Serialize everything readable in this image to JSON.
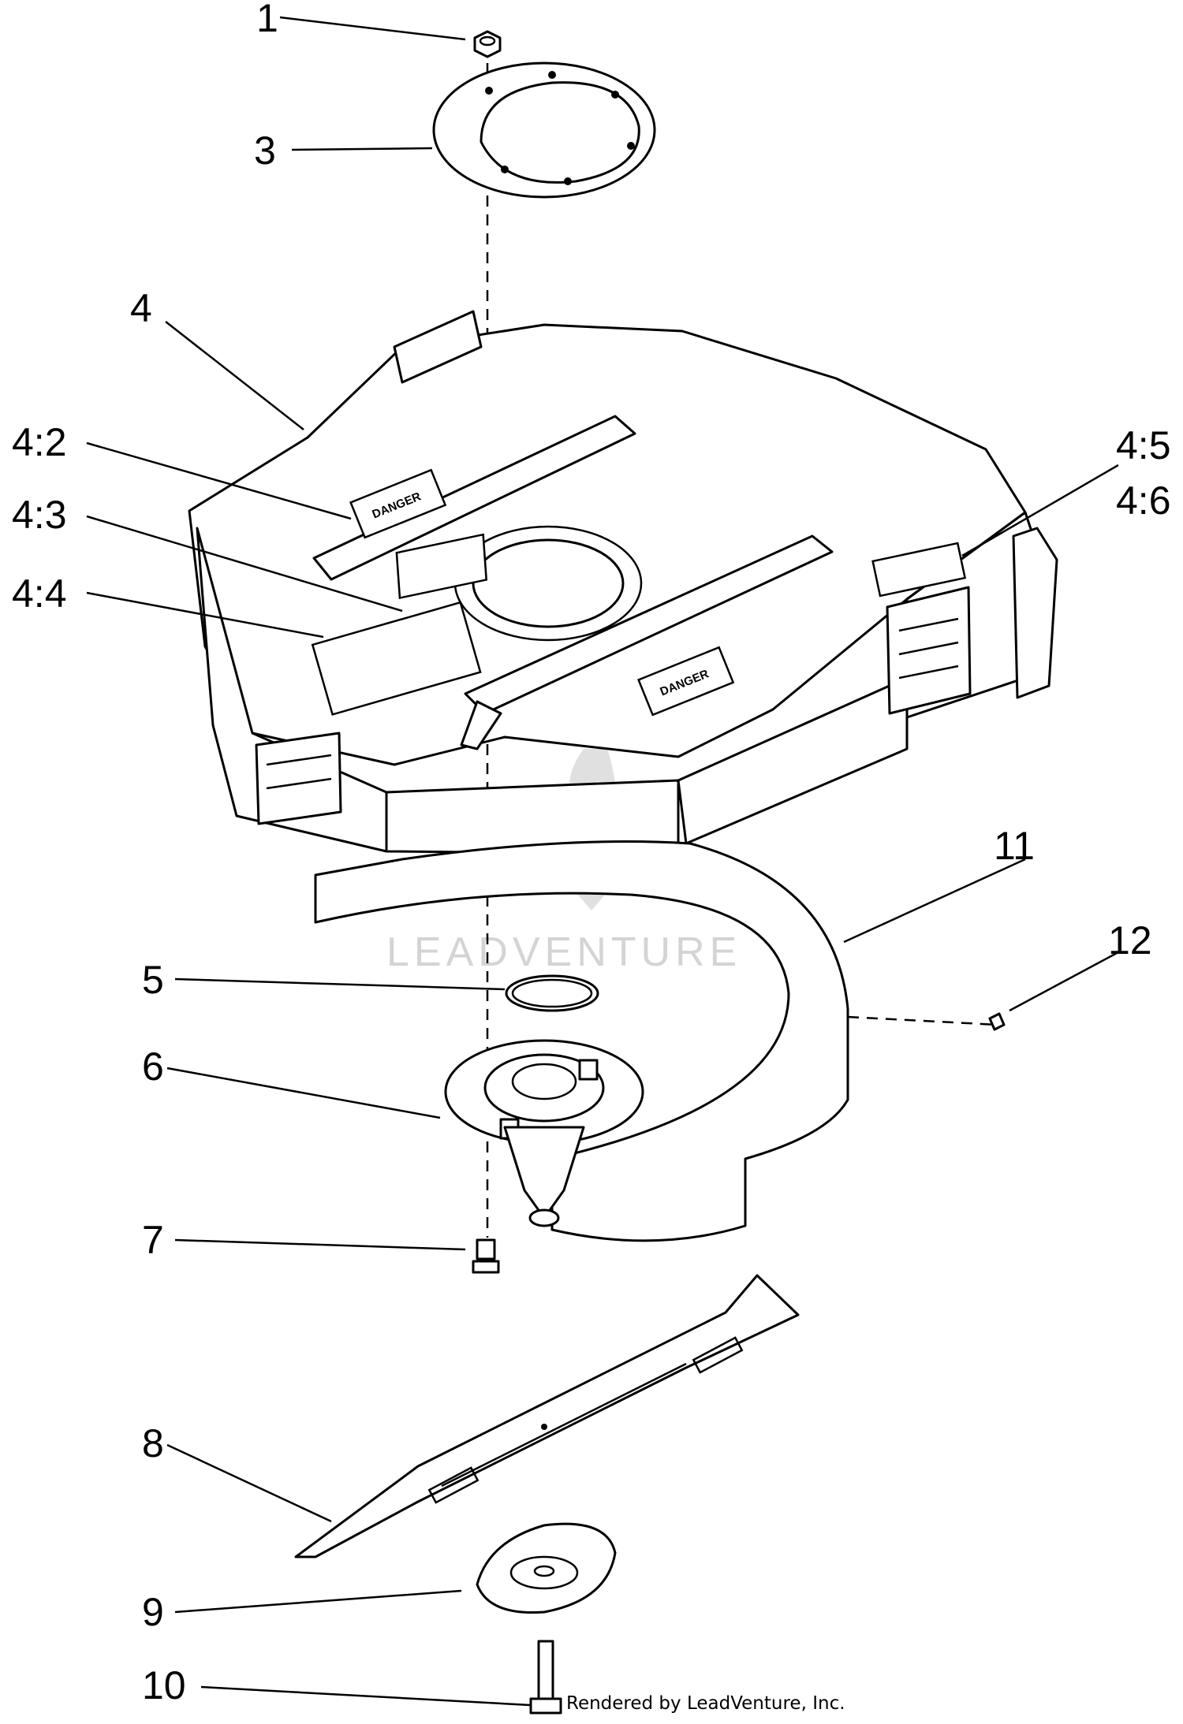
{
  "callouts": [
    {
      "id": "1",
      "label": "1"
    },
    {
      "id": "3",
      "label": "3"
    },
    {
      "id": "4",
      "label": "4"
    },
    {
      "id": "4-2",
      "label": "4:2"
    },
    {
      "id": "4-3",
      "label": "4:3"
    },
    {
      "id": "4-4",
      "label": "4:4"
    },
    {
      "id": "4-5",
      "label": "4:5"
    },
    {
      "id": "4-6",
      "label": "4:6"
    },
    {
      "id": "5",
      "label": "5"
    },
    {
      "id": "6",
      "label": "6"
    },
    {
      "id": "7",
      "label": "7"
    },
    {
      "id": "8",
      "label": "8"
    },
    {
      "id": "9",
      "label": "9"
    },
    {
      "id": "10",
      "label": "10"
    },
    {
      "id": "11",
      "label": "11"
    },
    {
      "id": "12",
      "label": "12"
    }
  ],
  "decal_text": "DANGER",
  "watermark": "LEADVENTURE",
  "credit": "Rendered by LeadVenture, Inc."
}
